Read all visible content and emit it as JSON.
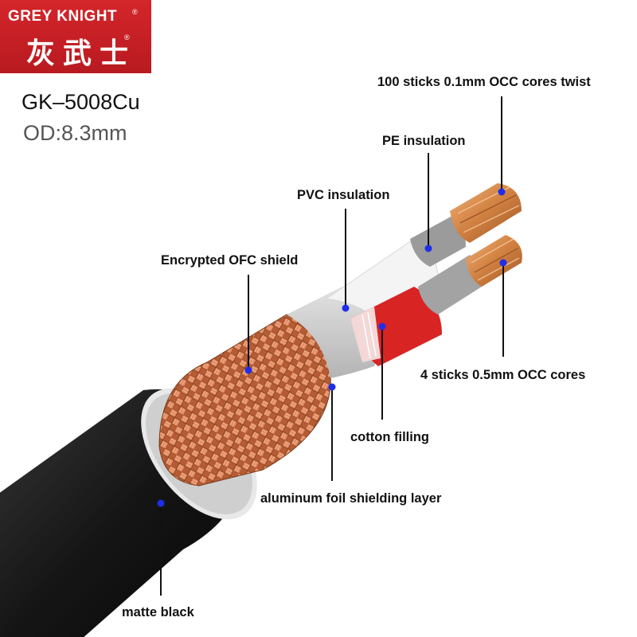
{
  "brand": {
    "name": "GREY KNIGHT",
    "name_cn": "灰武士",
    "reg_mark": "®"
  },
  "product": {
    "model": "GK–5008Cu",
    "od": "OD:8.3mm"
  },
  "colors": {
    "logo_red": "#c8202a",
    "jacket": "#1a1a1a",
    "copper": "#c8703f",
    "marker": "#1f2ee8",
    "pvc": "#f4f4f4",
    "pe": "#9b9b9b",
    "cotton_red": "#d92424"
  },
  "labels": {
    "cores_twist": "100 sticks 0.1mm OCC cores twist",
    "pe_insulation": "PE insulation",
    "pvc_insulation": "PVC insulation",
    "ofc_shield": "Encrypted OFC shield",
    "cores_05": "4 sticks 0.5mm OCC cores",
    "cotton": "cotton filling",
    "foil": "aluminum foil shielding layer",
    "jacket": "matte black"
  }
}
